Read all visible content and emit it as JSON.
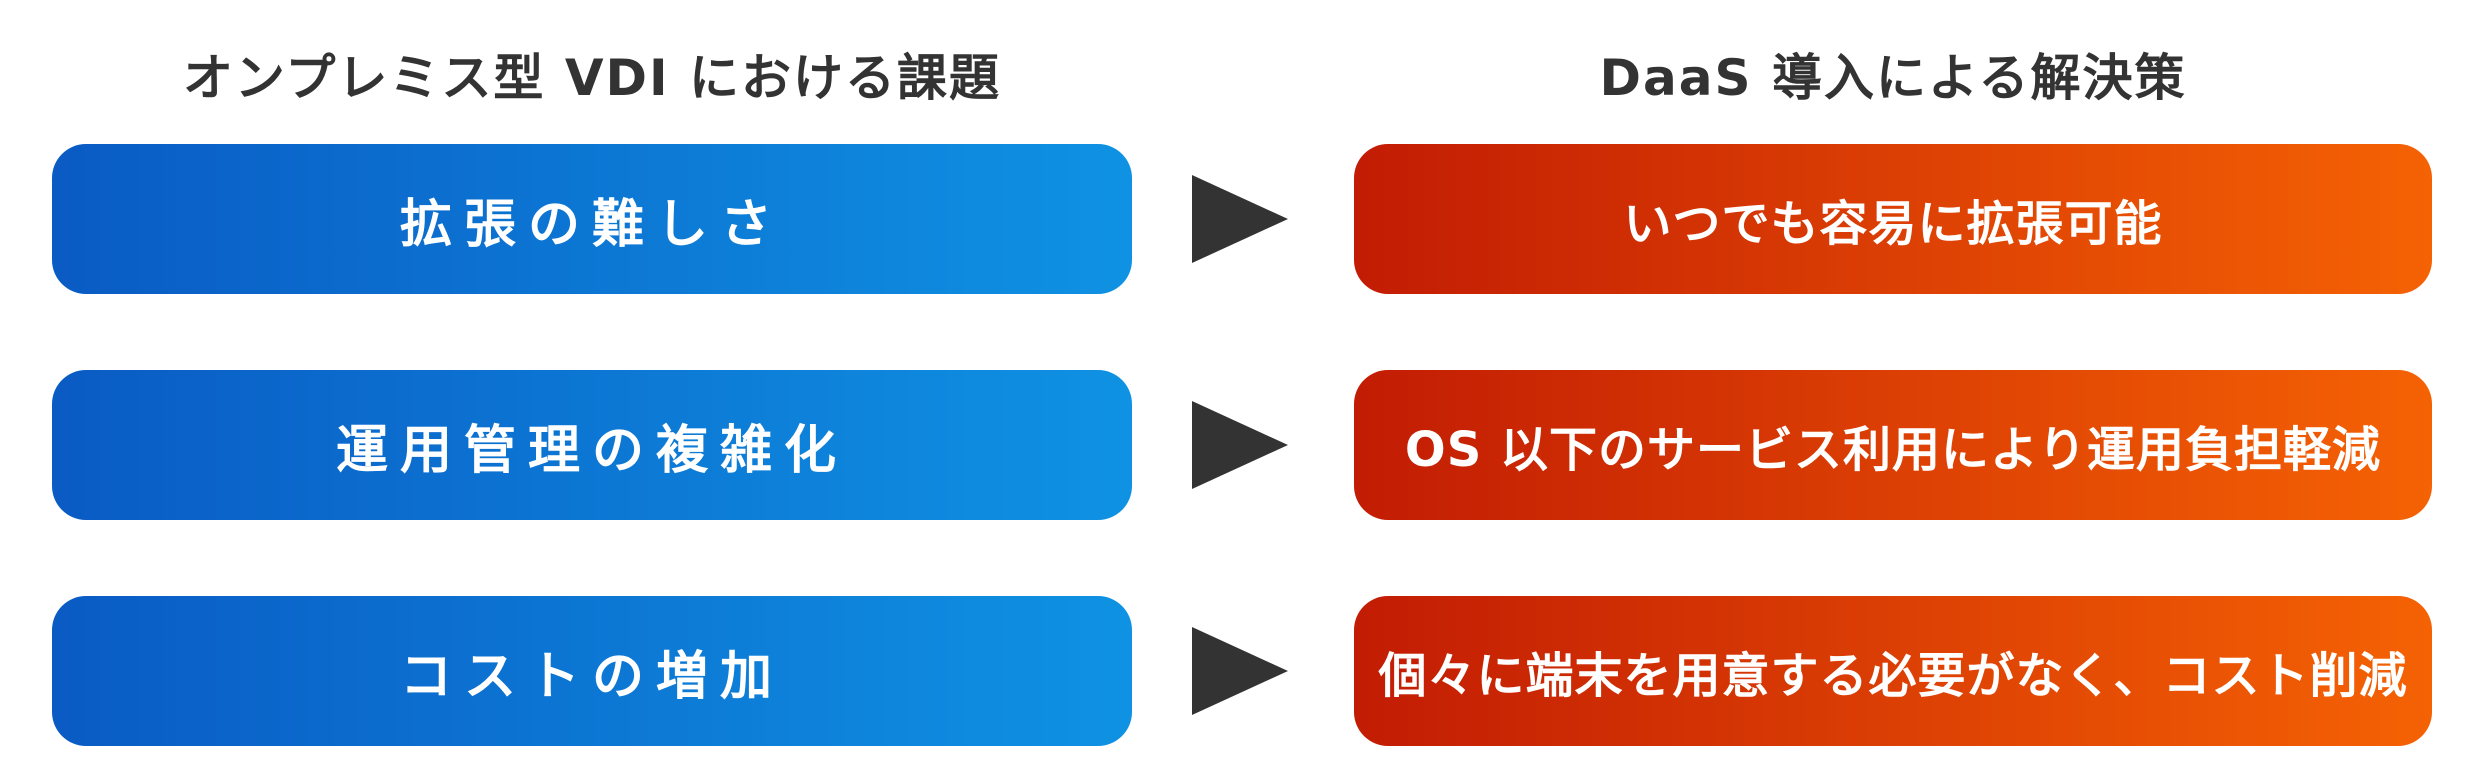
{
  "headers": {
    "left": "オンプレミス型 VDI における課題",
    "right": "DaaS 導入による解決策"
  },
  "rows": [
    {
      "problem": "拡張の難しさ",
      "solution": "いつでも容易に拡張可能"
    },
    {
      "problem": "運用管理の複雑化",
      "solution": "OS 以下のサービス利用により運用負担軽減"
    },
    {
      "problem": "コストの増加",
      "solution": "個々に端末を用意する必要がなく、コスト削減"
    }
  ],
  "colors": {
    "problem_gradient": [
      "#0a5bc4",
      "#0f92e3"
    ],
    "solution_gradient": [
      "#c21c04",
      "#f56204"
    ],
    "arrow": "#333333",
    "heading_text": "#333333"
  },
  "icons": {
    "arrow": "triangle-right-arrow-icon"
  }
}
